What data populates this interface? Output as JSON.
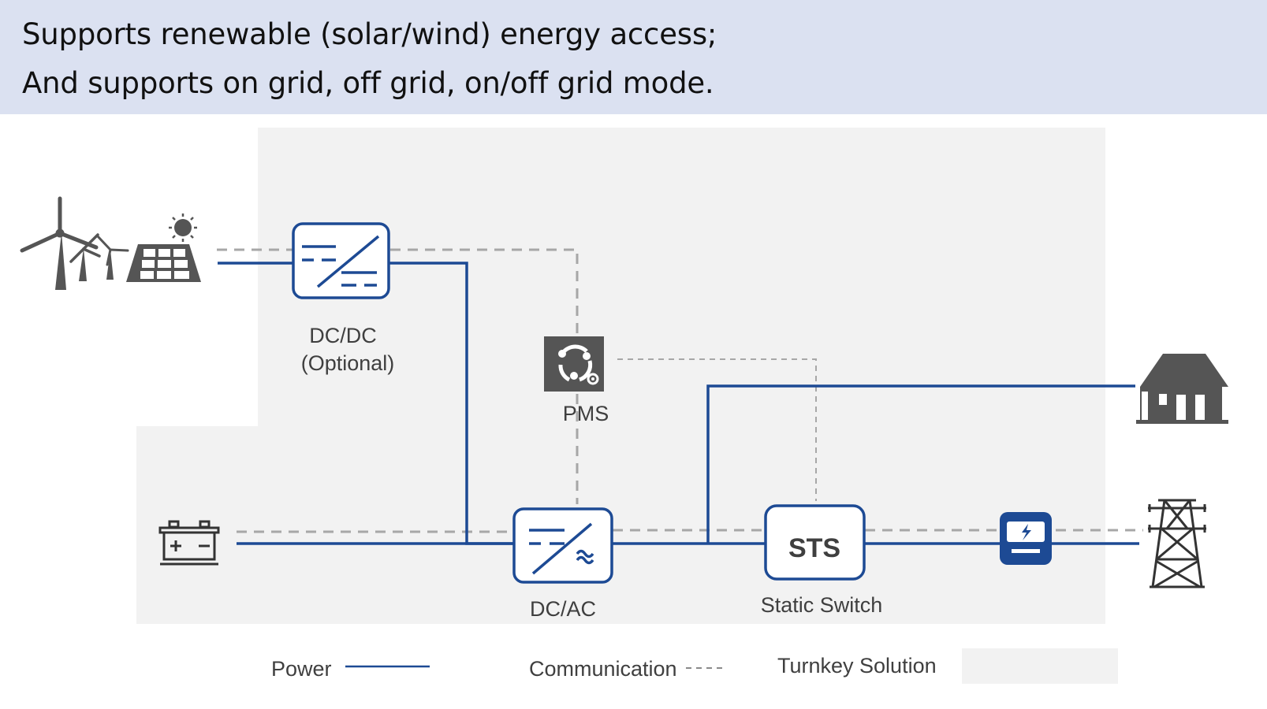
{
  "header": {
    "line1": "Supports renewable (solar/wind) energy access;",
    "line2": "And supports on grid, off grid, on/off grid mode."
  },
  "nodes": {
    "dcdc": {
      "label": "DC/DC",
      "sublabel": "(Optional)"
    },
    "pms": {
      "label": "PMS"
    },
    "dcac": {
      "label": "DC/AC"
    },
    "sts": {
      "label": "Static Switch",
      "text": "STS"
    }
  },
  "legend": {
    "power": "Power",
    "communication": "Communication",
    "turnkey": "Turnkey Solution"
  },
  "icons": {
    "renewables": "wind-turbine-solar-panel-icon",
    "battery": "battery-icon",
    "house": "house-icon",
    "grid": "power-tower-icon",
    "meter": "electric-meter-icon",
    "pms": "pms-controller-icon"
  },
  "colors": {
    "power_line": "#1d4a94",
    "communication_line": "#a7a7a7",
    "turnkey_area": "#f2f2f2",
    "header_bg": "#dbe1f1",
    "icon_gray": "#555555"
  }
}
